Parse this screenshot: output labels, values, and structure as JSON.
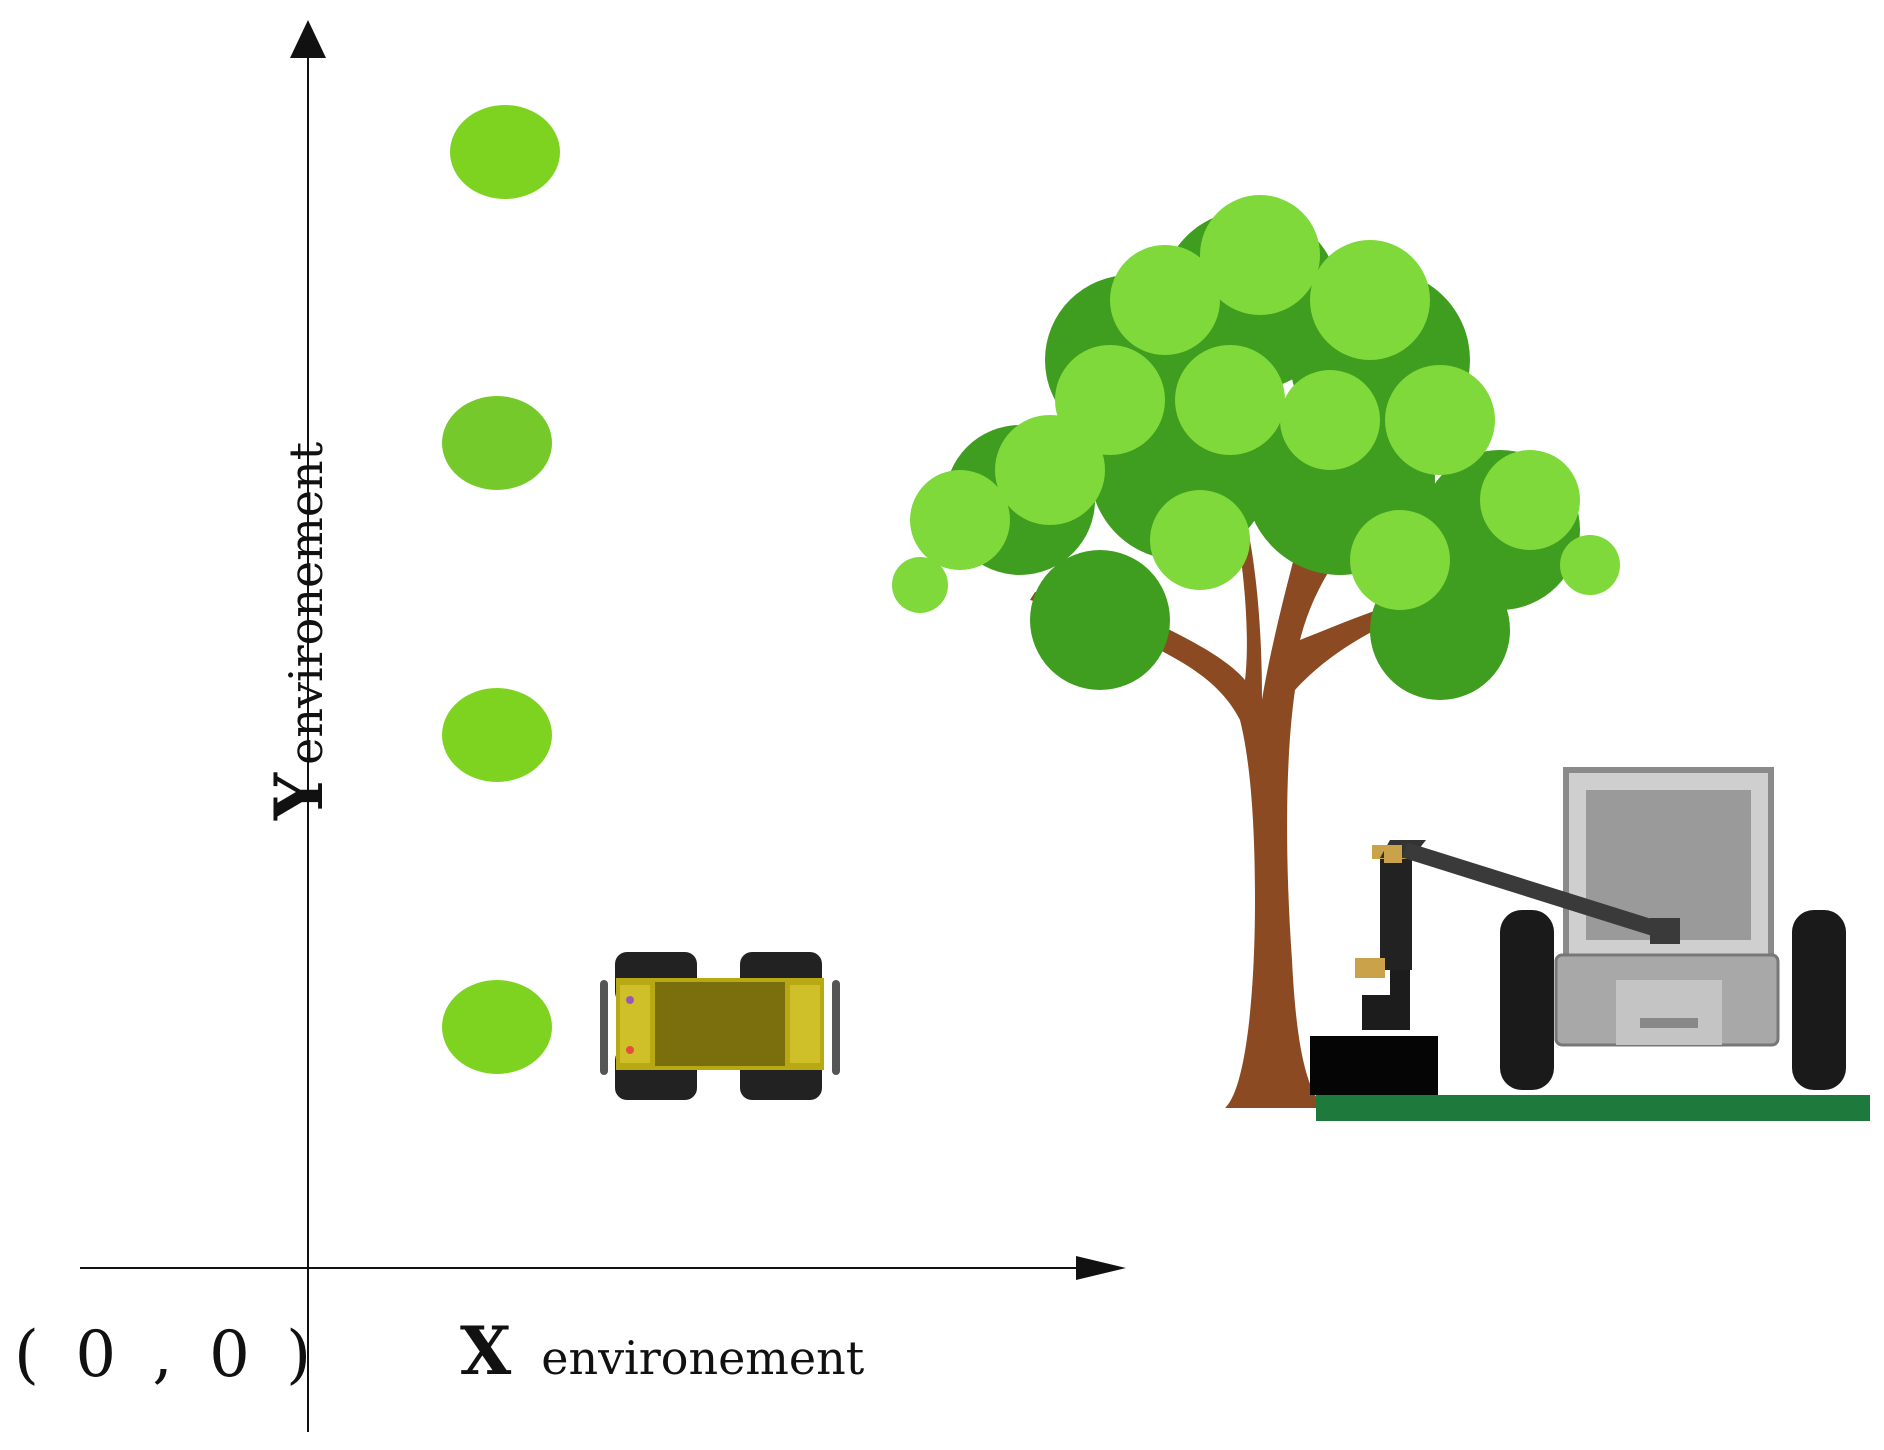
{
  "origin_label": "( 0 , 0 )",
  "x_axis": {
    "symbol": "X",
    "label": "environement"
  },
  "y_axis": {
    "symbol": "Y",
    "label": "environement"
  },
  "waypoints_count": 4,
  "colors": {
    "waypoint": "#7ed321",
    "ground": "#1e7a3c",
    "trunk": "#8b4a22",
    "foliage_dark": "#3f9d1f",
    "foliage_light": "#7fd93a",
    "rover_body": "#c9b916"
  },
  "icons": [
    "rover-topview-icon",
    "tree-icon",
    "robot-arm-rover-icon"
  ]
}
